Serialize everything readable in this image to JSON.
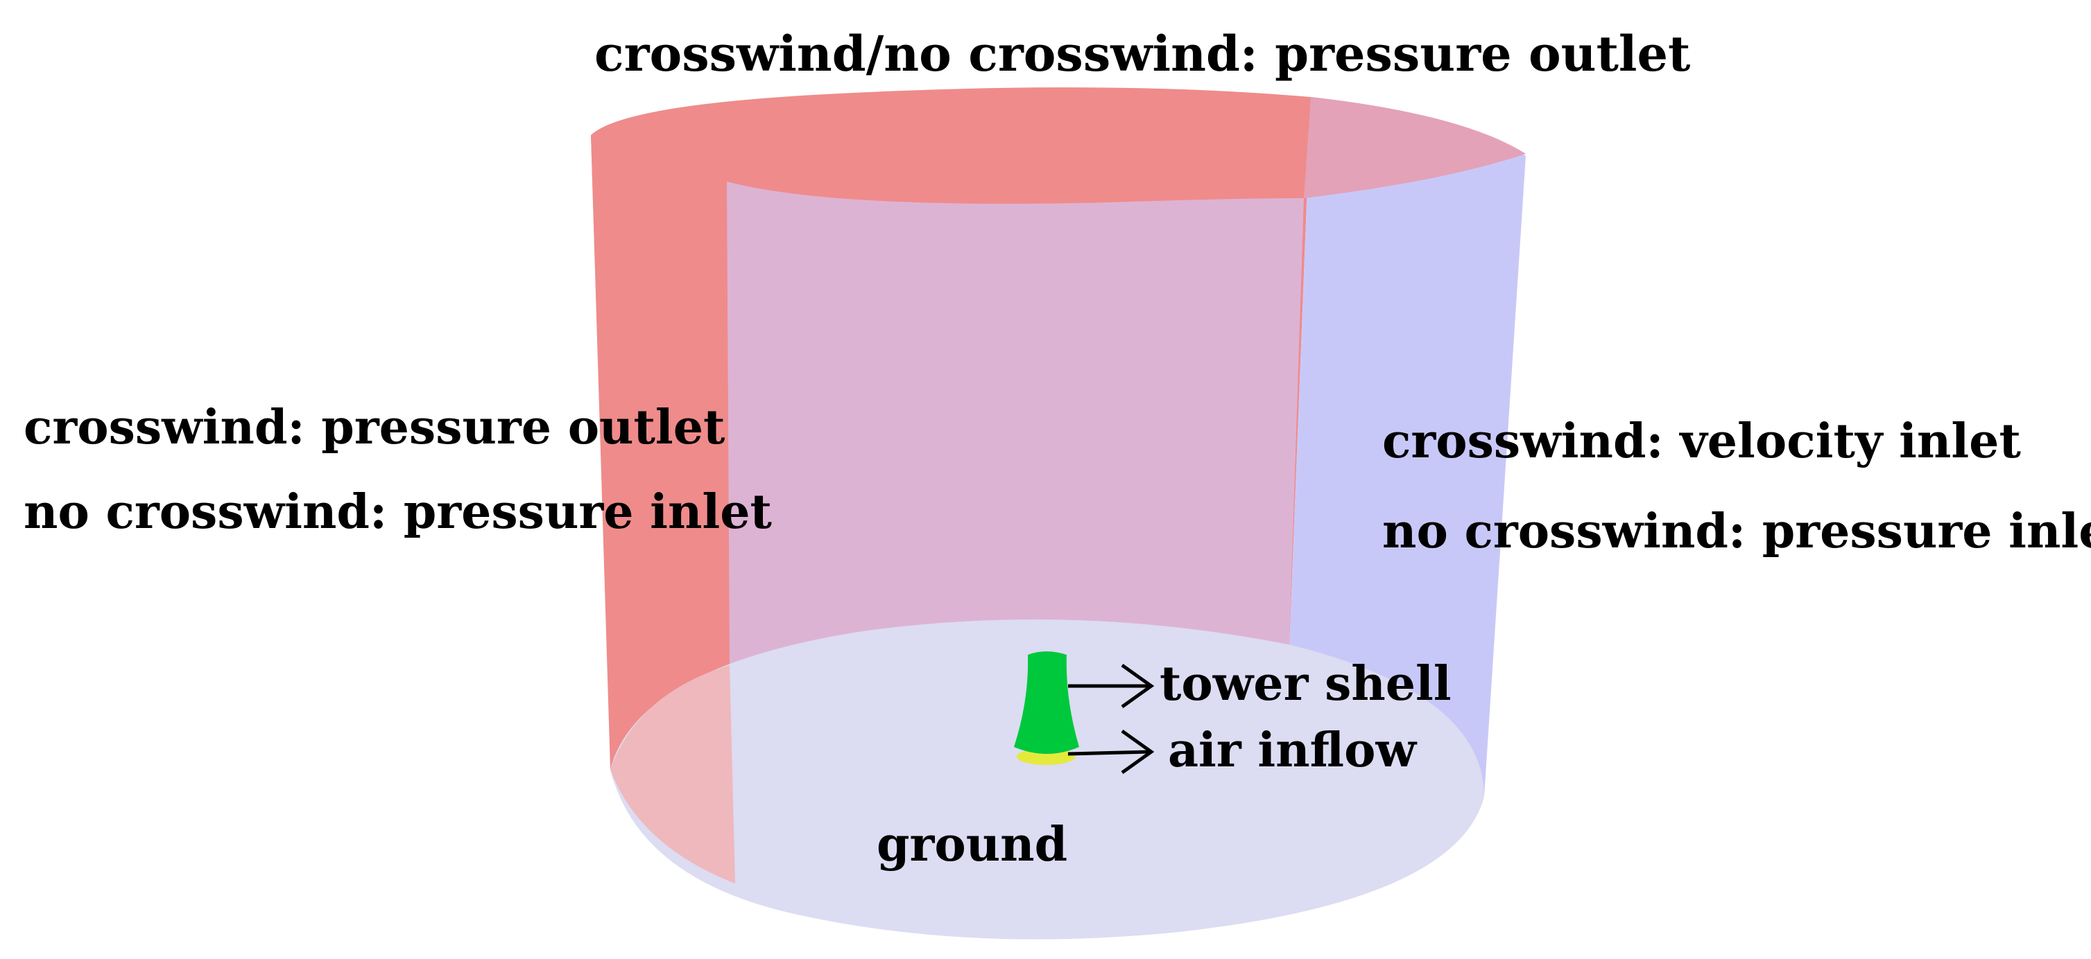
{
  "labels": {
    "top": "crosswind/no crosswind: pressure outlet",
    "left_crosswind": "crosswind: pressure outlet",
    "left_no_crosswind": "no crosswind: pressure inlet",
    "right_crosswind": "crosswind: velocity inlet",
    "right_no_crosswind": "no crosswind: pressure inlet",
    "tower_shell": "tower shell",
    "air_inflow": "air inflow",
    "ground": "ground"
  },
  "colors": {
    "outlet_face": "#ef8b8b",
    "inlet_face": "#c8c8f8",
    "mixed_face": "#ddb3d3",
    "ground": "#dcdcf2",
    "ground_pink": "#efb8bd",
    "tower": "#00c83c",
    "air_inflow_ring": "#e4ea3c"
  }
}
